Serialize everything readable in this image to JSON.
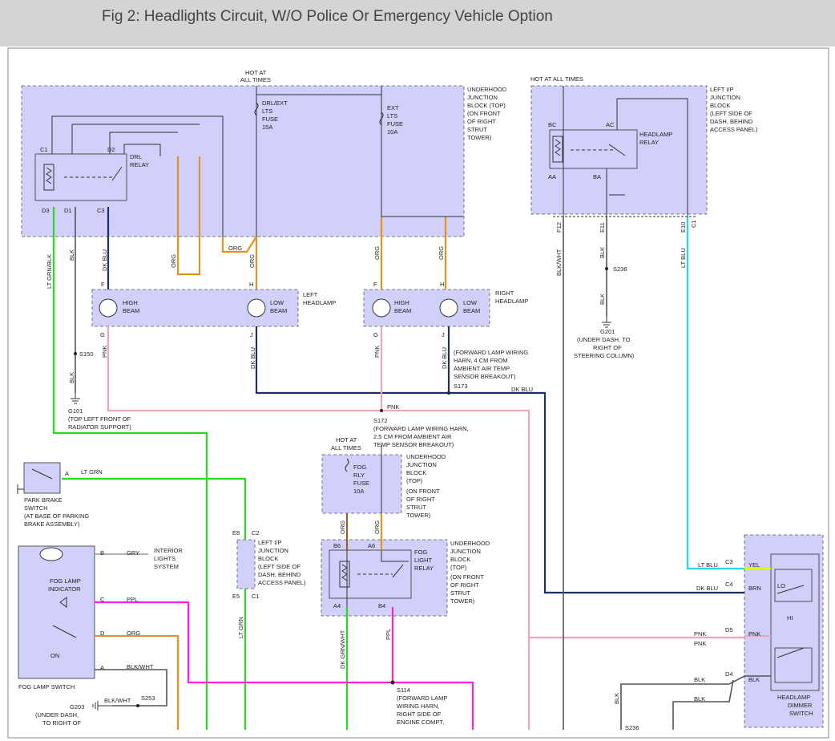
{
  "title": "Fig 2: Headlights Circuit, W/O Police Or Emergency Vehicle Option",
  "colors": {
    "green": "#22dd22",
    "orange": "#e8901e",
    "pink": "#f2a6b4",
    "magenta": "#ff22dd",
    "cyan": "#22d6ee",
    "navy": "#1b2f6b",
    "gray": "#8c8c8c",
    "dark": "#333333",
    "block_fill": "#d0d0fa",
    "yellow": "#f0f000"
  },
  "labels": {
    "hot_at_all_times": "HOT AT ALL TIMES",
    "hot_at": "HOT AT",
    "all_times": "ALL TIMES",
    "ujb_lines": [
      "UNDERHOOD",
      "JUNCTION",
      "BLOCK (TOP)",
      "(ON FRONT",
      "OF RIGHT",
      "STRUT",
      "TOWER)"
    ],
    "drl_ext_fuse": [
      "DRL/EXT",
      "LTS",
      "FUSE",
      "15A"
    ],
    "ext_lts_fuse": [
      "EXT",
      "LTS",
      "FUSE",
      "10A"
    ],
    "drl_relay": [
      "DRL",
      "RELAY"
    ],
    "left_ip_jb_lines": [
      "LEFT I/P",
      "JUNCTION",
      "BLOCK",
      "(LEFT SIDE OF",
      "DASH, BEHIND",
      "ACCESS PANEL)"
    ],
    "headlamp_relay": [
      "HEADLAMP",
      "RELAY"
    ],
    "high_beam": [
      "HIGH",
      "BEAM"
    ],
    "low_beam": [
      "LOW",
      "BEAM"
    ],
    "left_headlamp": [
      "LEFT",
      "HEADLAMP"
    ],
    "right_headlamp": [
      "RIGHT",
      "HEADLAMP"
    ],
    "s236": "S236",
    "g201": [
      "G201",
      "(UNDER DASH, TO",
      "RIGHT OF",
      "STEERING COLUMN)"
    ],
    "s150": "S150",
    "g101": [
      "G101",
      "(TOP LEFT FRONT OF",
      "RADIATOR SUPPORT)"
    ],
    "s173_note": [
      "(FORWARD LAMP WIRING",
      "HARN, 4 CM FROM",
      "AMBIENT AIR TEMP",
      "SENSOR BREAKOUT)",
      "S173"
    ],
    "s172_note": [
      "S172",
      "(FORWARD LAMP WIRING HARN,",
      "2.5 CM FROM AMBIENT AIR",
      "TEMP SENSOR BREAKOUT)"
    ],
    "park_brake": [
      "PARK BRAKE",
      "SWITCH",
      "(AT BASE OF PARKING",
      "BRAKE ASSEMBLY)"
    ],
    "fog_fuse": [
      "FOG",
      "RLY",
      "FUSE",
      "10A"
    ],
    "ujb_fog_lines": [
      "UNDERHOOD",
      "JUNCTION",
      "BLOCK",
      "(TOP)",
      "(ON FRONT",
      "OF RIGHT",
      "STRUT",
      "TOWER)"
    ],
    "left_ip_jb2_lines": [
      "LEFT I/P",
      "JUNCTION",
      "BLOCK",
      "(LEFT SIDE OF",
      "DASH, BEHIND",
      "ACCESS PANEL)"
    ],
    "fog_light_relay": [
      "FOG",
      "LIGHT",
      "RELAY"
    ],
    "ujb_fog2_lines": [
      "UNDERHOOD",
      "JUNCTION",
      "BLOCK",
      "(TOP)",
      "(ON FRONT",
      "OF RIGHT",
      "STRUT",
      "TOWER)"
    ],
    "interior_lights": [
      "INTERIOR",
      "LIGHTS",
      "SYSTEM"
    ],
    "fog_lamp_indicator": [
      "FOG LAMP",
      "INDICATOR"
    ],
    "on": "ON",
    "fog_lamp_switch": "FOG LAMP SWITCH",
    "s253": "S253",
    "g203": [
      "G203",
      "(UNDER DASH,",
      "TO RIGHT OF"
    ],
    "s114": [
      "S114",
      "(FORWARD LAMP",
      "WIRING HARN,",
      "RIGHT SIDE OF",
      "ENGINE COMPT,"
    ],
    "headlamp_dimmer": [
      "HEADLAMP",
      "DIMMER",
      "SWITCH"
    ],
    "lo": "LO",
    "hi": "HI",
    "s236_bottom": "S236"
  },
  "pins": {
    "c1": "C1",
    "d2": "D2",
    "d3": "D3",
    "d1": "D1",
    "c3": "C3",
    "bc": "BC",
    "ac": "AC",
    "aa": "AA",
    "ba": "BA",
    "f12": "F12",
    "e11": "E11",
    "e10": "E10",
    "c1b": "C1",
    "f": "F",
    "h": "H",
    "g": "G",
    "j": "J",
    "a": "A",
    "e8": "E8",
    "c2": "C2",
    "e5": "E5",
    "b6": "B6",
    "a6": "A6",
    "a4": "A4",
    "b4": "B4",
    "b": "B",
    "c": "C",
    "d": "D",
    "c3b": "C3",
    "c4": "C4",
    "d5": "D5",
    "d4": "D4"
  },
  "wires": {
    "lt_grn_blk": "LT GRN/BLK",
    "blk": "BLK",
    "dk_blu": "DK BLU",
    "org": "ORG",
    "blk_wht": "BLK/WHT",
    "lt_blu": "LT BLU",
    "pnk": "PNK",
    "lt_grn": "LT GRN",
    "gry": "GRY",
    "ppl": "PPL",
    "dk_grn_wht": "DK GRN/WHT",
    "yel": "YEL",
    "brn": "BRN"
  }
}
